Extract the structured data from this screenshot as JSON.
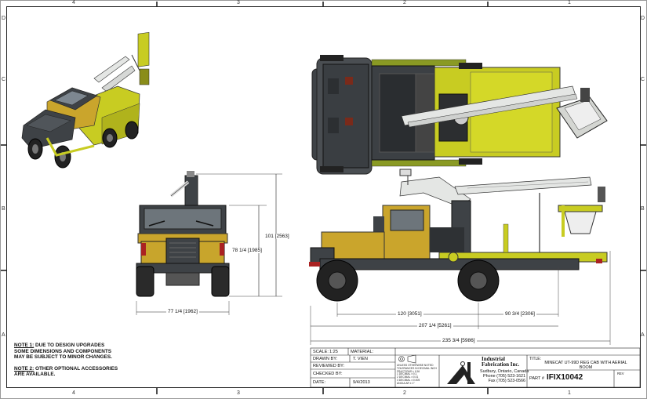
{
  "zones": {
    "columns": [
      "4",
      "3",
      "2",
      "1"
    ],
    "rows": [
      "D",
      "C",
      "B",
      "A"
    ]
  },
  "dimensions": {
    "front_width": "77 1/4 [1962]",
    "front_height_cab": "78 1/4 [1985]",
    "front_height_total": "101 [2563]",
    "side_wheelbase_front": "120 [3051]",
    "side_rear_overhang": "90 3/4 [2306]",
    "side_length_trailer": "207 1/4 [5261]",
    "side_overall_length": "235 3/4 [5986]"
  },
  "notes": {
    "note1_label": "NOTE 1:",
    "note1_line1": " DUE TO DESIGN UPGRADES",
    "note1_line2": "SOME DIMENSIONS AND COMPONENTS",
    "note1_line3": "MAY BE SUBJECT TO MINOR CHANGES.",
    "note2_label": "NOTE 2:",
    "note2_line1": " OTHER OPTIONAL ACCESSORIES",
    "note2_line2": "ARE AVAILABLE."
  },
  "title_block": {
    "scale_label": "SCALE:",
    "scale_value": "1:25",
    "material_label": "MATERIAL:",
    "drawn_by_label": "DRAWN BY:",
    "drawn_by_value": "T. VIEN",
    "reviewed_by_label": "REVIEWED BY:",
    "checked_by_label": "CHECKED BY:",
    "date_label": "DATE:",
    "date_value": "9/4/2013",
    "tolerance_lines": [
      "UNLESS OTHERWISE NOTED",
      "TOLERANCES IN DECIMAL INCH",
      "FRACTIONS ± 1/16",
      "1 DECIMAL ± 0.1",
      "2 DECIMAL ± 0.01",
      "3 DECIMAL ± 0.005",
      "ANGULAR ± 1°"
    ],
    "company_name_line1": "Industrial",
    "company_name_line2": "Fabrication Inc.",
    "company_city": "Sudbury, Ontario, Canada",
    "company_phone": "Phone (705) 523-1621",
    "company_fax": "Fax (705) 523-0566",
    "title_label": "TITLE:",
    "title_line1": "MINECAT UT-99D REG CAB WITH AERIAL",
    "title_line2": "BOOM",
    "part_label": "PART #",
    "part_value": "IFIX10042",
    "rev_label": "REV"
  },
  "colors": {
    "body_yellow": "#c8cc22",
    "cab_gold": "#caa52c",
    "dark_grey": "#3e4246",
    "boom_white": "#e4e6e4"
  }
}
